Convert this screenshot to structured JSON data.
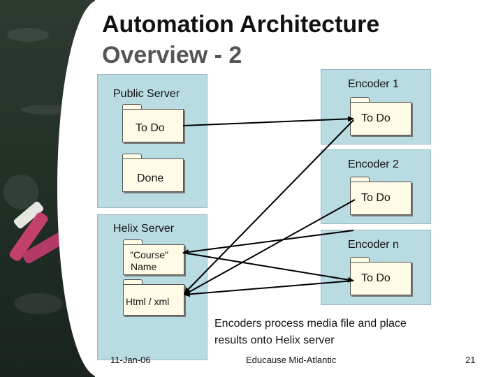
{
  "title": {
    "line1": "Automation Architecture",
    "line2": "Overview - 2"
  },
  "public_server": {
    "label": "Public Server",
    "folders": [
      "To Do",
      "Done"
    ]
  },
  "helix_server": {
    "label": "Helix Server",
    "folders": [
      "\"Course\" Name",
      "Html / xml"
    ],
    "course_line1": "\"Course\"",
    "course_line2": "Name"
  },
  "encoders": [
    {
      "label": "Encoder 1",
      "folder": "To Do"
    },
    {
      "label": "Encoder 2",
      "folder": "To Do"
    },
    {
      "label": "Encoder n",
      "folder": "To Do"
    }
  ],
  "note": {
    "line1": "Encoders process media file and place",
    "line2": "results onto Helix server"
  },
  "footer": {
    "date": "11-Jan-06",
    "event": "Educause Mid-Atlantic",
    "page": "21"
  },
  "colors": {
    "panel": "#b9dbe2",
    "folder": "#fffbe6",
    "chalkboard": "#223026"
  },
  "connections": [
    {
      "from": "Public Server / To Do",
      "to": "Encoder 1 / To Do"
    },
    {
      "from": "Encoder 1 / To Do",
      "to": "Helix Server / Html / xml"
    },
    {
      "from": "Encoder 2 / To Do",
      "to": "Helix Server / Html / xml"
    },
    {
      "from": "Encoder n / To Do",
      "to": "Helix Server / \"Course\" Name"
    },
    {
      "from": "Helix Server / \"Course\" Name",
      "to": "Encoder n / To Do"
    },
    {
      "from": "Encoder n / To Do",
      "to": "Helix Server / Html / xml"
    }
  ]
}
